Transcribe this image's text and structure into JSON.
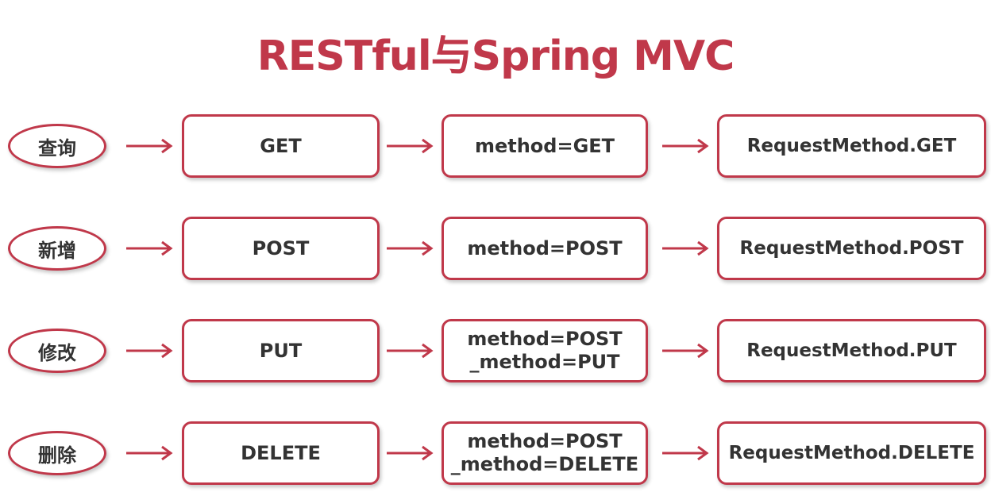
{
  "title": "RESTful与Spring MVC",
  "colors": {
    "accent": "#c0384a",
    "text": "#333333"
  },
  "rows": [
    {
      "action": "查询",
      "http": "GET",
      "param": [
        "method=GET"
      ],
      "spring": "RequestMethod.GET"
    },
    {
      "action": "新增",
      "http": "POST",
      "param": [
        "method=POST"
      ],
      "spring": "RequestMethod.POST"
    },
    {
      "action": "修改",
      "http": "PUT",
      "param": [
        "method=POST",
        "_method=PUT"
      ],
      "spring": "RequestMethod.PUT"
    },
    {
      "action": "删除",
      "http": "DELETE",
      "param": [
        "method=POST",
        "_method=DELETE"
      ],
      "spring": "RequestMethod.DELETE"
    }
  ]
}
